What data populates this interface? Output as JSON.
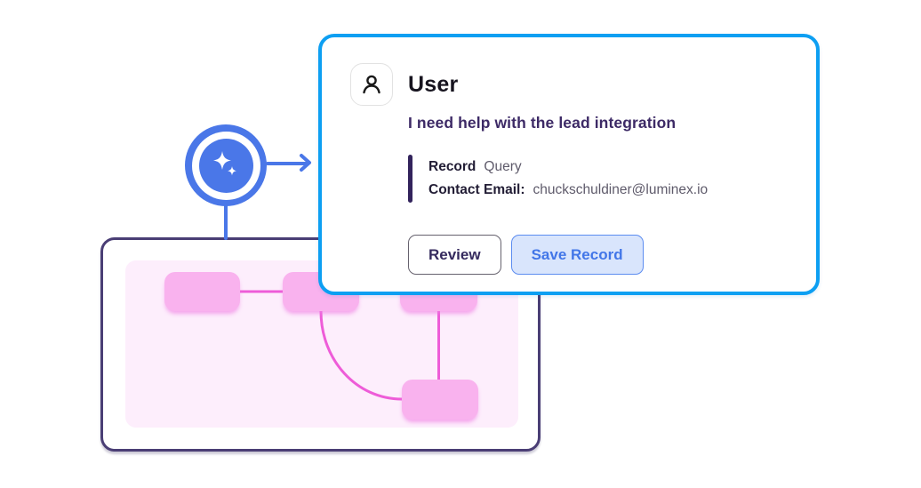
{
  "card": {
    "avatar_icon": "user-icon",
    "title": "User",
    "message": "I need help with the lead integration",
    "record": {
      "fields": [
        {
          "label": "Record",
          "value": "Query"
        },
        {
          "label": "Contact Email:",
          "value": "chuckschuldiner@luminex.io"
        }
      ]
    },
    "actions": {
      "review_label": "Review",
      "save_label": "Save Record"
    }
  },
  "scene": {
    "badge_icon": "sparkles-icon",
    "workflow_node_count": 4
  },
  "colors": {
    "accent_blue": "#4a77e8",
    "card_border_blue": "#0d9ff2",
    "panel_border_purple": "#4a3e75",
    "panel_pink_bg": "#fdeefc",
    "node_pink": "#f9b2ee",
    "connector_pink": "#ee5cd8",
    "message_purple": "#3d2a66",
    "record_bar_purple": "#32235c",
    "muted_text_gray": "#5f5b6b",
    "save_button_bg": "#d9e5fc",
    "save_button_text": "#4276e8",
    "review_button_text": "#352a5e"
  }
}
